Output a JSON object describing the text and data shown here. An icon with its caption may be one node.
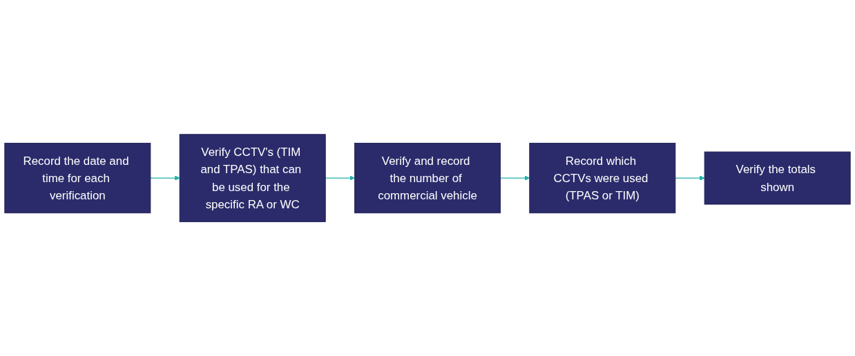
{
  "diagram": {
    "nodes": [
      {
        "text": [
          "Record the date and time for each verification"
        ]
      },
      {
        "text": [
          "Verify CCTV's (TIM and TPAS) that can be used for the specific RA or WC"
        ]
      },
      {
        "text": [
          "Verify and record the number of commercial vehicle"
        ]
      },
      {
        "text": [
          "Record which CCTVs were used (TPAS or TIM)"
        ]
      },
      {
        "text": [
          "Verify the totals shown"
        ]
      }
    ],
    "edges": [
      {
        "from": 0,
        "to": 1,
        "arrow": "to"
      },
      {
        "from": 1,
        "to": 2,
        "arrow": "to"
      },
      {
        "from": 2,
        "to": 3,
        "arrow": "to"
      },
      {
        "from": 3,
        "to": 4,
        "arrow": "to"
      }
    ]
  }
}
